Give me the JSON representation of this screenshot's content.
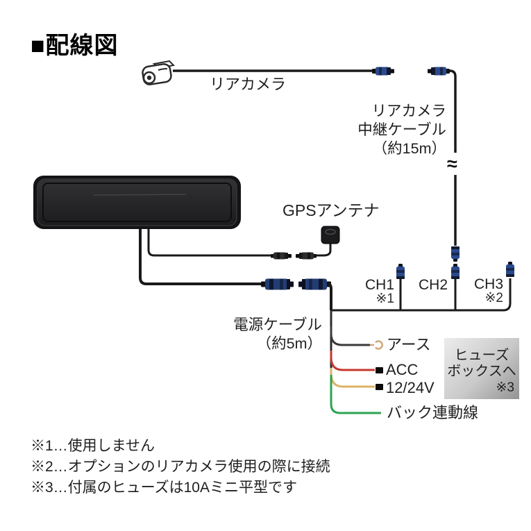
{
  "title": "■配線図",
  "diagram": {
    "rear_camera_label": "リアカメラ",
    "relay_cable_label_lines": [
      "リアカメラ",
      "中継ケーブル",
      "（約15m）"
    ],
    "relay_break_symbol": "≈",
    "gps_label": "GPSアンテナ",
    "channels": [
      {
        "label": "CH1",
        "note": "※1"
      },
      {
        "label": "CH2",
        "note": ""
      },
      {
        "label": "CH3",
        "note": "※2"
      }
    ],
    "power_cable_label_lines": [
      "電源ケーブル",
      "（約5m）"
    ],
    "wires": [
      {
        "label": "アース",
        "color": "#3a3a3a",
        "terminal": "ring"
      },
      {
        "label": "ACC",
        "color": "#c5382e",
        "terminal": "square"
      },
      {
        "label": "12/24V",
        "color": "#ddb264",
        "terminal": "square"
      },
      {
        "label": "バック連動線",
        "color": "#2ba352",
        "terminal": "none"
      }
    ],
    "fuse_box": {
      "lines": [
        "ヒューズ",
        "ボックスへ",
        "※3"
      ]
    }
  },
  "notes": [
    "※1…使用しません",
    "※2…オプションのリアカメラ使用の際に接続",
    "※3…付属のヒューズは10Aミニ平型です"
  ],
  "colors": {
    "line": "#1a1a1a",
    "connector_blue": "#2a4a8c",
    "connector_blue_dark": "#18294f",
    "connector_black": "#141416",
    "ring_terminal": "#d2a678",
    "device_dark": "#1c1c1e",
    "fuse_box_gradient_from": "#ececec",
    "fuse_box_gradient_to": "#949494"
  }
}
